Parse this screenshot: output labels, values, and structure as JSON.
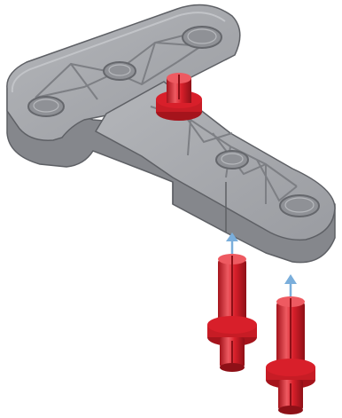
{
  "illustration": {
    "subject": "t-beam-with-connector-pins",
    "colors": {
      "beam_top": "#a4a6ab",
      "beam_side": "#85878c",
      "beam_dark": "#6b6d72",
      "beam_highlight": "#c2c4c8",
      "pin_red": "#d81f2a",
      "pin_red_dark": "#a5141c",
      "pin_red_light": "#ee5a61",
      "arrow_blue": "#7aaedb"
    },
    "parts": [
      {
        "name": "t-beam",
        "role": "structure"
      },
      {
        "name": "installed-pin",
        "role": "connector"
      },
      {
        "name": "loose-pin-left",
        "role": "connector"
      },
      {
        "name": "loose-pin-right",
        "role": "connector"
      }
    ]
  }
}
